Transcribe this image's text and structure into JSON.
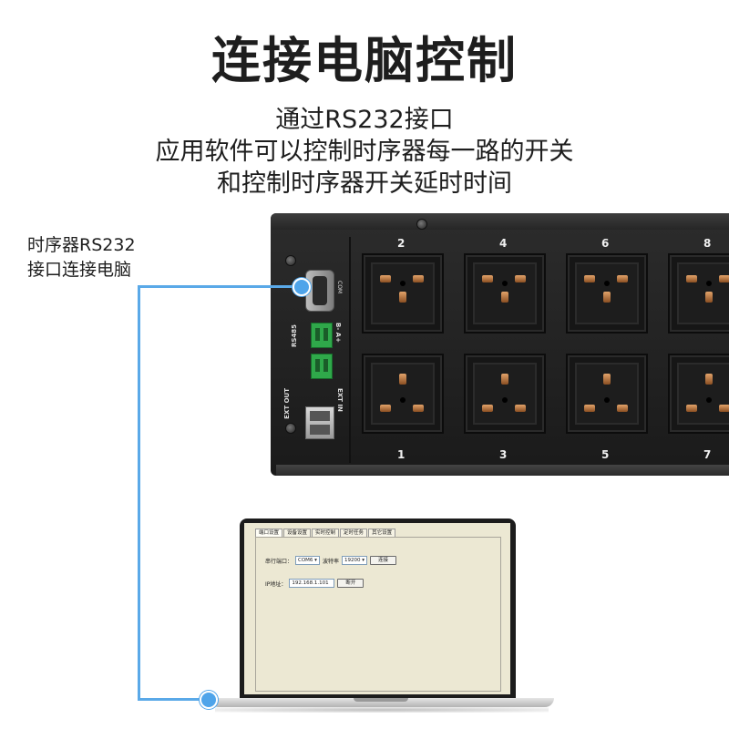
{
  "title": "连接电脑控制",
  "description": {
    "line1": "通过RS232接口",
    "line2": "应用软件可以控制时序器每一路的开关",
    "line3": "和控制时序器开关延时时间"
  },
  "side_label": {
    "line1": "时序器RS232",
    "line2": "接口连接电脑"
  },
  "device": {
    "com_label": "COM",
    "rs485_label": "RS485",
    "ext_out_label": "EXT OUT",
    "ext_in_label": "EXT IN",
    "terminal_label": "B- A+",
    "top_sockets": [
      "2",
      "4",
      "6",
      "8"
    ],
    "bottom_sockets": [
      "1",
      "3",
      "5",
      "7"
    ]
  },
  "software": {
    "tabs": [
      "端口设置",
      "设备设置",
      "实时控制",
      "定时任务",
      "其它设置"
    ],
    "serial_port_label": "串行端口：",
    "serial_port_value": "COM6",
    "baud_label": "波特率",
    "baud_value": "19200",
    "connect_button": "连接",
    "ip_label": "IP地址：",
    "ip_value": "192.168.1.101",
    "disconnect_button": "断开"
  },
  "colors": {
    "cable": "#5aa9e8",
    "terminal_green": "#2fa84a",
    "socket_pin": "#c77a3c"
  }
}
